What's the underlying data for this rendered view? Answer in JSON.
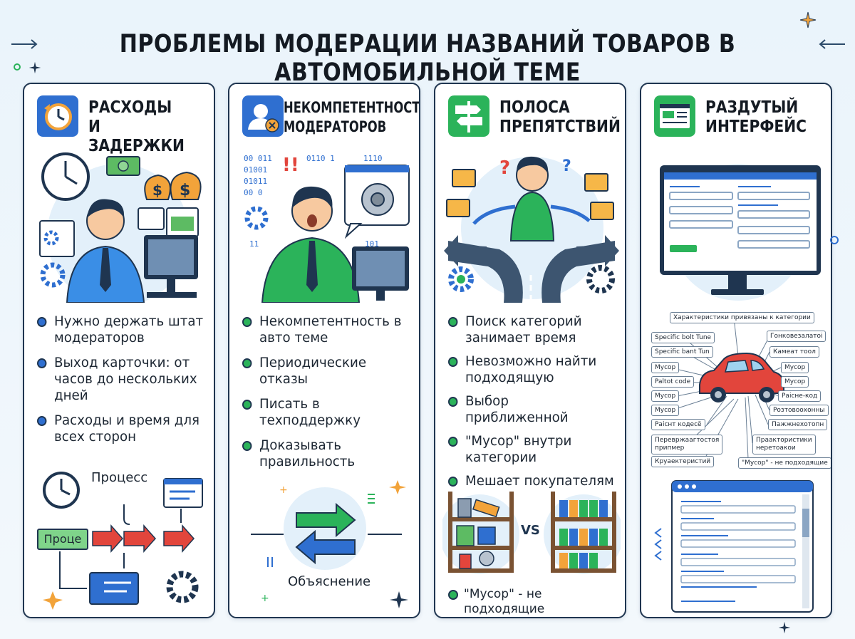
{
  "title": "ПРОБЛЕМЫ МОДЕРАЦИИ НАЗВАНИЙ ТОВАРОВ В АВТОМОБИЛЬНОЙ ТЕМЕ",
  "colors": {
    "blue": "#2f6fd0",
    "green": "#2bb35a",
    "navy": "#1f3550",
    "red": "#e2453c"
  },
  "panels": [
    {
      "title": "РАСХОДЫ\nИ ЗАДЕРЖКИ",
      "icon": "clock-arrow-icon",
      "bullets": [
        "Нужно держать штат модераторов",
        "Выход карточки: от часов до нескольких дней",
        "Расходы и время для всех сторон"
      ],
      "bottom": {
        "process_label": "Процесс",
        "process_box": "Проце"
      }
    },
    {
      "title": "НЕКОМПЕТЕНТНОСТЬ\nМОДЕРАТОРОВ",
      "icon": "user-error-icon",
      "bullets": [
        "Некомпетентность в авто теме",
        "Периодические отказы",
        "Писать в техподдержку",
        "Доказывать правильность"
      ],
      "illus_text": {
        "bin1": "00 011",
        "bin2": "01001",
        "bin3": "01011",
        "bin4": "0110 1",
        "bin5": "1110",
        "bin6": "101",
        "bin7": "00 0",
        "bin8": "11"
      },
      "bottom": {
        "explain_label": "Объяснение"
      }
    },
    {
      "title": "ПОЛОСА\nПРЕПЯТСТВИЙ",
      "icon": "signpost-icon",
      "bullets": [
        "Поиск категорий занимает время",
        "Невозможно найти подходящую",
        "Выбор приближенной",
        "\"Мусор\" внутри категории",
        "Мешает покупателям"
      ],
      "bottom": {
        "vs": "VS",
        "caption": "\"Мусор\" - не подходящие характеристики"
      }
    },
    {
      "title": "РАЗДУТЫЙ\nИНТЕРФЕЙС",
      "icon": "browser-window-icon",
      "tags": {
        "top": "Характеристики привязаны к категории",
        "l1": "Specific bolt Tune",
        "l2": "Specific bant Tun",
        "l3": "Мусор",
        "l4": "Paltot code",
        "l5": "Мусор",
        "l6": "Мусор",
        "l7": "Раіснт кодесё",
        "l8": "Перевржаагтостоя\nприпмер",
        "l9": "Круаектеристий",
        "r1": "Гонковезалатоі",
        "r2": "Камеат тоол",
        "r3": "Мусор",
        "r4": "Мусор",
        "r5": "Раіснe-код",
        "r6": "Розтовоохонны",
        "r7": "Пажжнехотопн",
        "r8": "Праактористики\nнеретоакои",
        "r9": "\"Мусор\" - не подходящие"
      }
    }
  ]
}
